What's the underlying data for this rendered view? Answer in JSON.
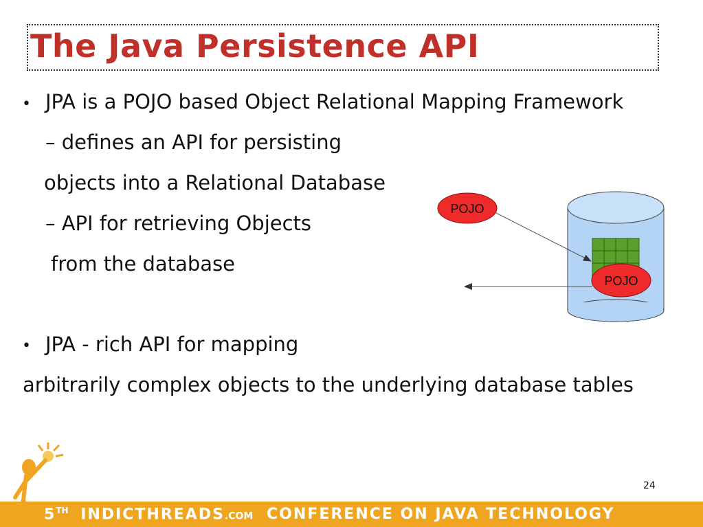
{
  "slide": {
    "title": "The Java Persistence API",
    "page_number": "24"
  },
  "content": {
    "bullet1": "JPA is a POJO based Object Relational Mapping Framework",
    "line2": "– defines an API for persisting",
    "line3": "objects into a Relational Database",
    "line4": "– API for retrieving Objects",
    "line5": "from the database",
    "bullet2": "JPA  - rich API for mapping",
    "line7": "arbitrarily complex objects to the underlying database tables"
  },
  "diagram": {
    "pojo_top": "POJO",
    "pojo_bottom": "POJO"
  },
  "footer": {
    "number": "5",
    "sup": "TH",
    "brand": "INDICTHREADS",
    "brand_suffix": ".COM",
    "tagline": "CONFERENCE ON JAVA TECHNOLOGY"
  },
  "colors": {
    "title": "#c0302b",
    "footer_bar": "#f0a520",
    "database": "#b3d4f5",
    "pojo_ellipse": "#ee2a2a",
    "table_cells": "#5aa02c"
  }
}
